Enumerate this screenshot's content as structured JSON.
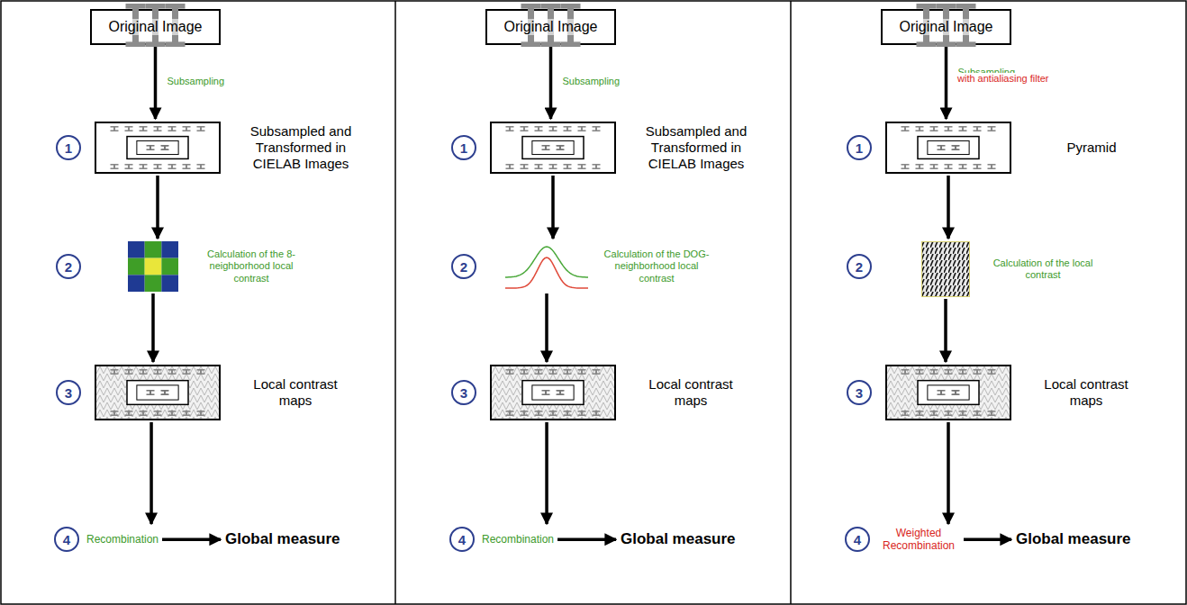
{
  "diagram": {
    "nodes": [
      {
        "text": [
          "Original Image"
        ]
      },
      {
        "text": [
          "1"
        ]
      },
      {
        "text": [
          "Subsampled and Transformed in CIELAB Images"
        ]
      },
      {
        "text": [
          "2"
        ]
      },
      {
        "text": [
          "Calculation of the 8-neighborhood local contrast"
        ]
      },
      {
        "text": [
          "3"
        ]
      },
      {
        "text": [
          "Local contrast maps"
        ]
      },
      {
        "text": [
          "4",
          "Recombination"
        ]
      },
      {
        "text": [
          "Global measure"
        ]
      },
      {
        "text": [
          "Original Image"
        ]
      },
      {
        "text": [
          "1"
        ]
      },
      {
        "text": [
          "Subsampled and Transformed in CIELAB Images"
        ]
      },
      {
        "text": [
          "2"
        ]
      },
      {
        "text": [
          "Calculation of the DOG-neighborhood local contrast"
        ]
      },
      {
        "text": [
          "3"
        ]
      },
      {
        "text": [
          "Local contrast maps"
        ]
      },
      {
        "text": [
          "4",
          "Recombination"
        ]
      },
      {
        "text": [
          "Global measure"
        ]
      },
      {
        "text": [
          "Original Image"
        ]
      },
      {
        "text": [
          "1"
        ]
      },
      {
        "text": [
          "Pyramid"
        ]
      },
      {
        "text": [
          "2"
        ]
      },
      {
        "text": [
          "Calculation of the local contrast"
        ]
      },
      {
        "text": [
          "3"
        ]
      },
      {
        "text": [
          "Local contrast maps"
        ]
      },
      {
        "text": [
          "4",
          "Weighted Recombination"
        ]
      },
      {
        "text": [
          "Global measure"
        ]
      }
    ],
    "edges": [
      {
        "from": 0,
        "to": 2,
        "arrow": "to",
        "label": "Subsampling"
      },
      {
        "from": 2,
        "to": 4,
        "arrow": "to"
      },
      {
        "from": 4,
        "to": 6,
        "arrow": "to"
      },
      {
        "from": 6,
        "to": 7,
        "arrow": "to"
      },
      {
        "from": 7,
        "to": 8,
        "arrow": "to"
      },
      {
        "from": 9,
        "to": 11,
        "arrow": "to",
        "label": "Subsampling"
      },
      {
        "from": 11,
        "to": 13,
        "arrow": "to"
      },
      {
        "from": 13,
        "to": 15,
        "arrow": "to"
      },
      {
        "from": 15,
        "to": 16,
        "arrow": "to"
      },
      {
        "from": 16,
        "to": 17,
        "arrow": "to"
      },
      {
        "from": 18,
        "to": 20,
        "arrow": "to",
        "label": "Subsampling"
      },
      {
        "from": 20,
        "to": 22,
        "arrow": "to"
      },
      {
        "from": 22,
        "to": 24,
        "arrow": "to"
      },
      {
        "from": 24,
        "to": 25,
        "arrow": "to"
      },
      {
        "from": 25,
        "to": 26,
        "arrow": "to"
      }
    ],
    "labels": [
      "with antialiasing filter"
    ]
  }
}
